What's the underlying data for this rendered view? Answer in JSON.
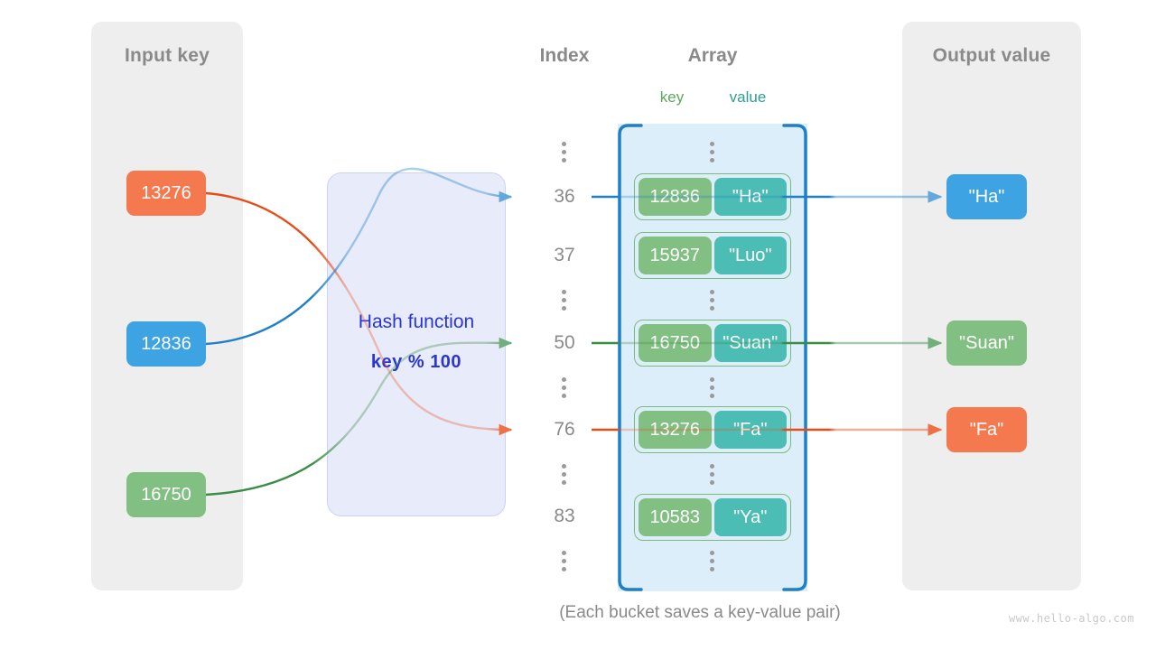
{
  "panels": {
    "input": {
      "title": "Input key"
    },
    "output": {
      "title": "Output value"
    }
  },
  "headings": {
    "index": "Index",
    "array": "Array",
    "key": "key",
    "value": "value"
  },
  "hash_function": {
    "title": "Hash function",
    "expression": "key % 100"
  },
  "input_keys": [
    {
      "label": "13276",
      "color": "#f4794e",
      "target_index": "76"
    },
    {
      "label": "12836",
      "color": "#3da3e3",
      "target_index": "36"
    },
    {
      "label": "16750",
      "color": "#82bf82",
      "target_index": "50"
    }
  ],
  "output_values": [
    {
      "label": "\"Ha\"",
      "color": "#3da3e3"
    },
    {
      "label": "\"Suan\"",
      "color": "#82bf82"
    },
    {
      "label": "\"Fa\"",
      "color": "#f4794e"
    }
  ],
  "index_column": [
    {
      "kind": "ellipsis"
    },
    {
      "kind": "index",
      "label": "36"
    },
    {
      "kind": "index",
      "label": "37"
    },
    {
      "kind": "ellipsis"
    },
    {
      "kind": "index",
      "label": "50"
    },
    {
      "kind": "ellipsis"
    },
    {
      "kind": "index",
      "label": "76"
    },
    {
      "kind": "ellipsis"
    },
    {
      "kind": "index",
      "label": "83"
    },
    {
      "kind": "ellipsis"
    }
  ],
  "buckets": [
    {
      "index": "36",
      "key": "12836",
      "value": "\"Ha\""
    },
    {
      "index": "37",
      "key": "15937",
      "value": "\"Luo\""
    },
    {
      "index": "50",
      "key": "16750",
      "value": "\"Suan\""
    },
    {
      "index": "76",
      "key": "13276",
      "value": "\"Fa\""
    },
    {
      "index": "83",
      "key": "10583",
      "value": "\"Ya\""
    }
  ],
  "caption": "(Each bucket saves a key-value pair)",
  "watermark": "www.hello-algo.com",
  "colors": {
    "panel_bg": "#eeeeee",
    "hash_bg": "#e8ebfa",
    "hash_text": "#2836d6",
    "array_bg": "#ddeefb",
    "array_bracket": "#1f80c9",
    "bucket_border": "#7cb97c",
    "bucket_key": "#82bf82",
    "bucket_value": "#4cbdb4",
    "label_grey": "#8a8a8a",
    "wire_blue": "#1f80c9",
    "wire_green": "#3b8c45",
    "wire_orange": "#e84c16"
  }
}
